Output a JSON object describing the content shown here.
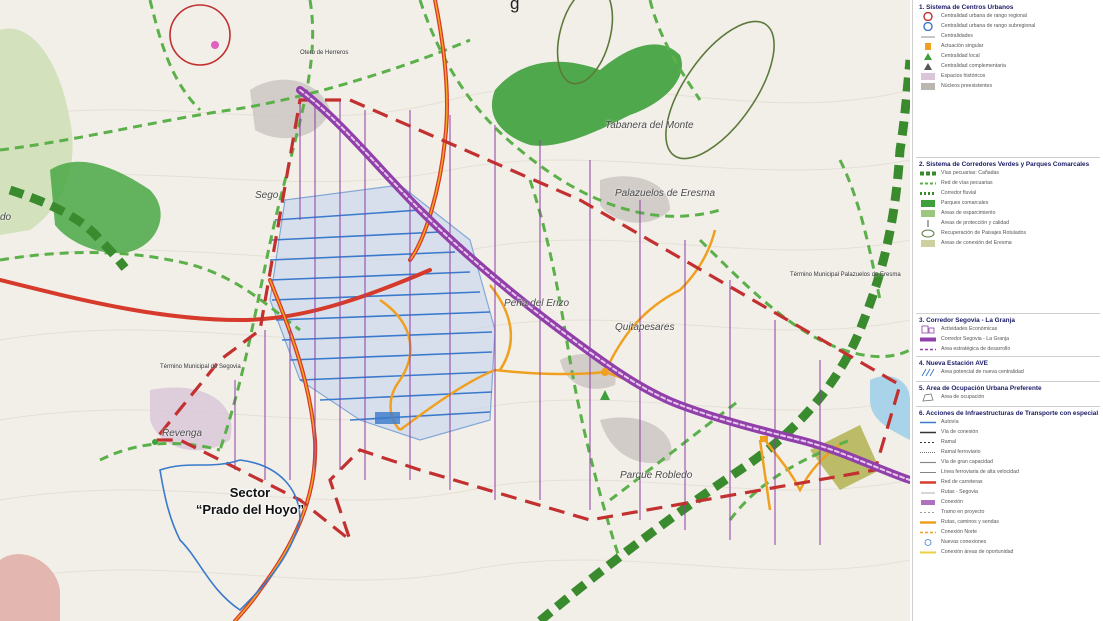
{
  "top_fragment": "g",
  "sector_label": {
    "line1": "Sector",
    "line2": "“Prado del Hoyo”"
  },
  "places": {
    "otero": "Otero de Herreros",
    "tabanera": "Tabanera del Monte",
    "palazuelos": "Palazuelos de Eresma",
    "pena": "Peña del Erizo",
    "quitapesares": "Quitapesares",
    "parque": "Parque Robledo",
    "segovia": "Sego",
    "revenga": "Revenga",
    "termino": "Término Municipal de Segovia",
    "termino_palazuelos": "Término Municipal Palazuelos de Eresma",
    "left_cut": "do"
  },
  "legend": {
    "s1": {
      "title": "1. Sistema de Centros Urbanos",
      "items": [
        "Centralidad urbana de rango regional",
        "Centralidad urbana de rango subregional",
        "Centralidades",
        "Actuación singular",
        "Centralidad local",
        "Centralidad complementaria",
        "Espacios históricos",
        "Núcleos preexistentes"
      ]
    },
    "s2": {
      "title": "2. Sistema de Corredores Verdes y Parques Comarcales",
      "items": [
        "Vías pecuarias: Cañadas",
        "Red de vías pecuarias",
        "Corredor fluvial",
        "Parques comarcales",
        "Áreas de esparcimiento",
        "Áreas de protección y calidad",
        "Recuperación de Paisajes Rotulados",
        "Áreas de conexión del Eresma"
      ]
    },
    "s3": {
      "title": "3. Corredor Segovia - La Granja",
      "items": [
        "Actividades Económicas",
        "Corredor Segovia - La Granja",
        "Área estratégica de desarrollo"
      ]
    },
    "s4": {
      "title": "4. Nueva Estación AVE",
      "items": [
        "Área potencial de nueva centralidad"
      ]
    },
    "s5": {
      "title": "5. Área de Ocupación Urbana Preferente",
      "items": [
        "Área de ocupación"
      ]
    },
    "s6": {
      "title": "6. Acciones de Infraestructuras de Transporte con especial incidencia",
      "items": [
        "Autovía",
        "Vía de conexión",
        "Ramal",
        "Ramal ferroviario",
        "Vía de gran capacidad",
        "Línea ferroviaria de alta velocidad",
        "Red de carreteras",
        "Rutas - Segovia",
        "Conexión",
        "Tramo en proyecto",
        "Rutas, caminos y sendas",
        "Conexión Norte",
        "Nuevas conexiones",
        "Conexión áreas de oportunidad"
      ]
    }
  },
  "colors": {
    "road": "#d53a2a",
    "road_alt": "#e87a2a",
    "corridor": "#9040a8",
    "green": "#4aa845",
    "orange": "#f0a020",
    "blue": "#3a7acc",
    "hatch_boundary": "#c23030"
  }
}
